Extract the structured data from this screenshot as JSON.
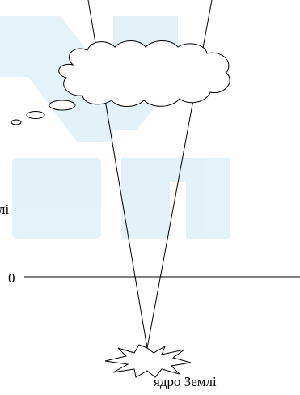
{
  "colors": {
    "line": "#000000",
    "watermark": "#3FA9D8",
    "background": "#FFFFFF"
  },
  "labels": {
    "left_edge_fragment": "лі",
    "zero": "0",
    "core": "ядро Землі"
  }
}
